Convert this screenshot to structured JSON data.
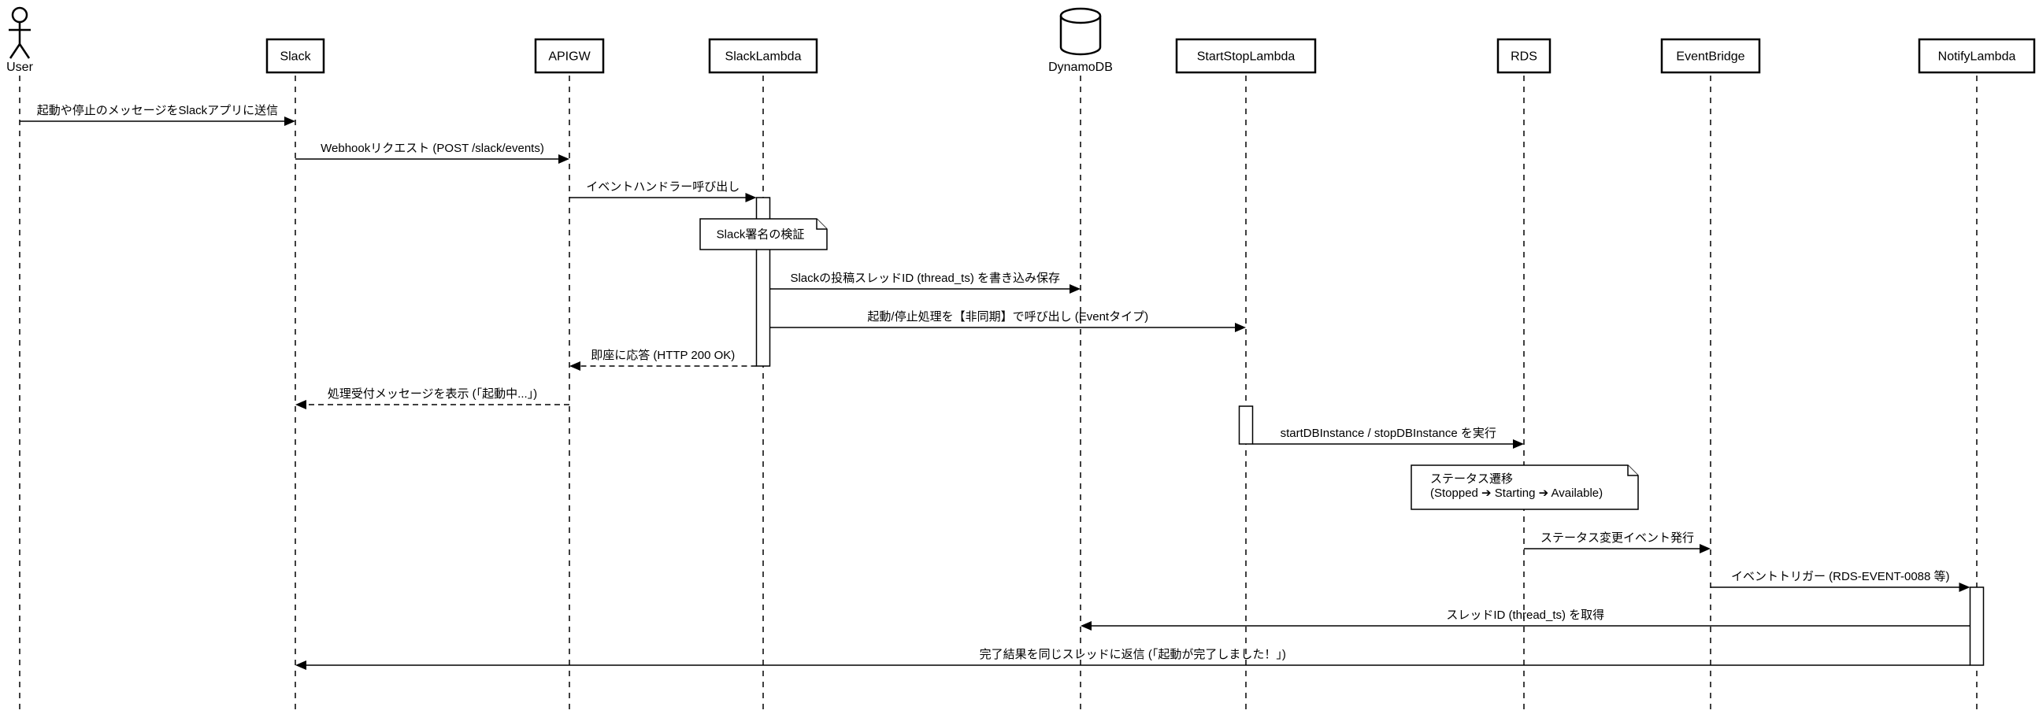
{
  "participants": [
    {
      "id": "user",
      "label": "User",
      "kind": "actor"
    },
    {
      "id": "slack",
      "label": "Slack",
      "kind": "box"
    },
    {
      "id": "apigw",
      "label": "APIGW",
      "kind": "box"
    },
    {
      "id": "slacklambda",
      "label": "SlackLambda",
      "kind": "box"
    },
    {
      "id": "dynamodb",
      "label": "DynamoDB",
      "kind": "database"
    },
    {
      "id": "startstoplambda",
      "label": "StartStopLambda",
      "kind": "box"
    },
    {
      "id": "rds",
      "label": "RDS",
      "kind": "box"
    },
    {
      "id": "eventbridge",
      "label": "EventBridge",
      "kind": "box"
    },
    {
      "id": "notifylambda",
      "label": "NotifyLambda",
      "kind": "box"
    }
  ],
  "messages": [
    {
      "from": "user",
      "to": "slack",
      "label": "起動や停止のメッセージをSlackアプリに送信",
      "style": "solid"
    },
    {
      "from": "slack",
      "to": "apigw",
      "label": "Webhookリクエスト (POST /slack/events)",
      "style": "solid"
    },
    {
      "from": "apigw",
      "to": "slacklambda",
      "label": "イベントハンドラー呼び出し",
      "style": "solid"
    },
    {
      "from": "slacklambda",
      "to": "dynamodb",
      "label": "Slackの投稿スレッドID (thread_ts) を書き込み保存",
      "style": "solid"
    },
    {
      "from": "slacklambda",
      "to": "startstoplambda",
      "label": "起動/停止処理を【非同期】で呼び出し (Eventタイプ)",
      "style": "solid"
    },
    {
      "from": "slacklambda",
      "to": "apigw",
      "label": "即座に応答 (HTTP 200 OK)",
      "style": "dashed"
    },
    {
      "from": "apigw",
      "to": "slack",
      "label": "処理受付メッセージを表示 (「起動中...」)",
      "style": "dashed"
    },
    {
      "from": "startstoplambda",
      "to": "rds",
      "label": "startDBInstance / stopDBInstance を実行",
      "style": "solid"
    },
    {
      "from": "rds",
      "to": "eventbridge",
      "label": "ステータス変更イベント発行",
      "style": "solid"
    },
    {
      "from": "eventbridge",
      "to": "notifylambda",
      "label": "イベントトリガー (RDS-EVENT-0088 等)",
      "style": "solid"
    },
    {
      "from": "notifylambda",
      "to": "dynamodb",
      "label": "スレッドID (thread_ts) を取得",
      "style": "solid"
    },
    {
      "from": "notifylambda",
      "to": "slack",
      "label": "完了結果を同じスレッドに返信 (「起動が完了しました！」)",
      "style": "solid"
    }
  ],
  "notes": [
    {
      "over": "slacklambda",
      "lines": [
        "Slack署名の検証"
      ]
    },
    {
      "over": "rds",
      "lines": [
        "ステータス遷移",
        "(Stopped ➔ Starting ➔ Available)"
      ]
    }
  ]
}
